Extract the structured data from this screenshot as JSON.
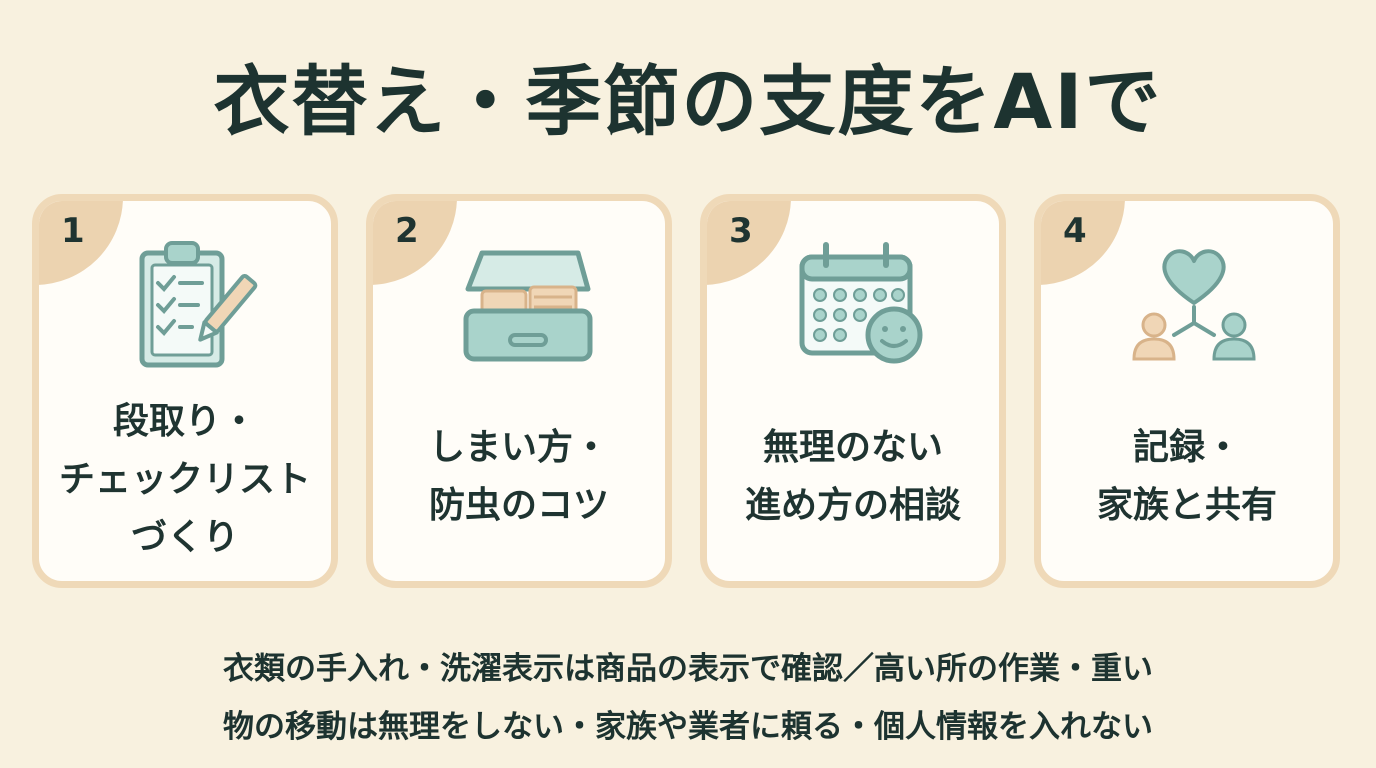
{
  "title": "衣替え・季節の支度をAIで",
  "cards": [
    {
      "number": "1",
      "icon": "clipboard-checklist-icon",
      "lines": [
        "段取り・",
        "チェックリスト",
        "づくり"
      ]
    },
    {
      "number": "2",
      "icon": "storage-box-icon",
      "lines": [
        "しまい方・",
        "防虫のコツ"
      ]
    },
    {
      "number": "3",
      "icon": "calendar-smile-icon",
      "lines": [
        "無理のない",
        "進め方の相談"
      ]
    },
    {
      "number": "4",
      "icon": "heart-share-people-icon",
      "lines": [
        "記録・",
        "家族と共有"
      ]
    }
  ],
  "note": {
    "line1": "衣類の手入れ・洗濯表示は商品の表示で確認／高い所の作業・重い",
    "line2": "物の移動は無理をしない・家族や業者に頼る・個人情報を入れない"
  },
  "colors": {
    "background": "#f8f1df",
    "card_border": "#efd9b8",
    "badge": "#ecd3b0",
    "icon_teal": "#a9d3cb",
    "icon_stroke": "#6f9e97",
    "icon_beige": "#f0d6b6",
    "text": "#1f3431"
  }
}
